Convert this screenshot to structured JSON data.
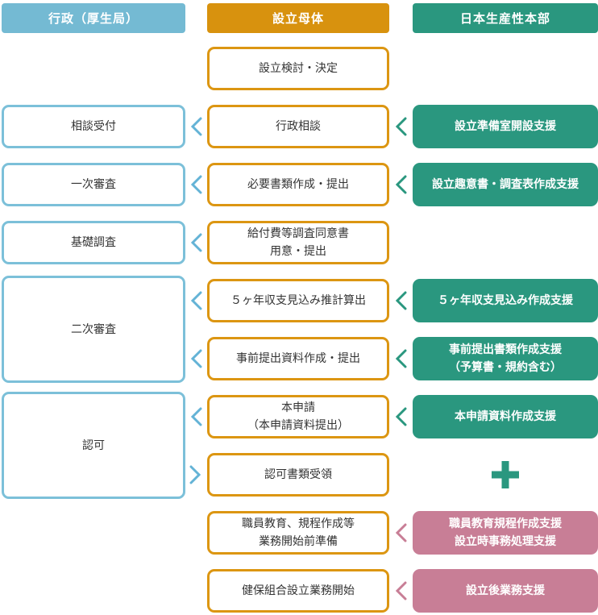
{
  "headers": {
    "admin": "行政（厚生局）",
    "founder": "設立母体",
    "jpc": "日本生産性本部"
  },
  "admin_steps": [
    {
      "label": "相談受付"
    },
    {
      "label": "一次審査"
    },
    {
      "label": "基礎調査"
    },
    {
      "label": "二次審査"
    },
    {
      "label": "認可"
    }
  ],
  "founder_steps": [
    {
      "label": "設立検討・決定"
    },
    {
      "label": "行政相談"
    },
    {
      "label": "必要書類作成・提出"
    },
    {
      "label": "給付費等調査同意書\n用意・提出"
    },
    {
      "label": "５ヶ年収支見込み推計算出"
    },
    {
      "label": "事前提出資料作成・提出"
    },
    {
      "label": "本申請\n（本申請資料提出）"
    },
    {
      "label": "認可書類受領"
    },
    {
      "label": "職員教育、規程作成等\n業務開始前準備"
    },
    {
      "label": "健保組合設立業務開始"
    }
  ],
  "jpc_supports": [
    {
      "label": "設立準備室開設支援",
      "style": "teal"
    },
    {
      "label": "設立趣意書・調査表作成支援",
      "style": "teal"
    },
    {
      "label": "５ヶ年収支見込み作成支援",
      "style": "teal"
    },
    {
      "label": "事前提出書類作成支援\n（予算書・規約含む）",
      "style": "teal"
    },
    {
      "label": "本申請資料作成支援",
      "style": "teal"
    },
    {
      "label": "職員教育規程作成支援\n設立時事務処理支援",
      "style": "pink"
    },
    {
      "label": "設立後業務支援",
      "style": "pink"
    }
  ],
  "icons": {
    "plus": "+",
    "flow_arrow_left": "chevron-left",
    "flow_arrow_right": "chevron-right"
  },
  "colors": {
    "blue": "#74BAD3",
    "blue_border": "#7CC0D9",
    "orange": "#D8920E",
    "orange_border": "#DC9612",
    "teal": "#2A977F",
    "pink": "#C87E96",
    "text": "#333333"
  }
}
